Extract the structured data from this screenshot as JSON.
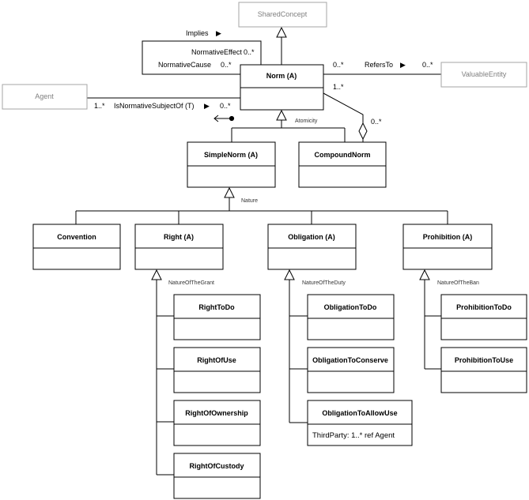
{
  "classes": {
    "shared_concept": "SharedConcept",
    "norm": "Norm (A)",
    "valuable_entity": "ValuableEntity",
    "agent": "Agent",
    "simple_norm": "SimpleNorm (A)",
    "compound_norm": "CompoundNorm",
    "convention": "Convention",
    "right": "Right (A)",
    "obligation": "Obligation (A)",
    "prohibition": "Prohibition (A)",
    "right_to_do": "RightToDo",
    "right_of_use": "RightOfUse",
    "right_of_ownership": "RightOfOwnership",
    "right_of_custody": "RightOfCustody",
    "obligation_to_do": "ObligationToDo",
    "obligation_to_conserve": "ObligationToConserve",
    "obligation_to_allow_use": "ObligationToAllowUse",
    "prohibition_to_do": "ProhibitionToDo",
    "prohibition_to_use": "ProhibitionToUse"
  },
  "attributes": {
    "obligation_to_allow_use": "ThirdParty: 1..* ref Agent"
  },
  "associations": {
    "implies": "Implies",
    "implies_arrow": "▶",
    "normative_effect": "NormativeEffect",
    "normative_effect_mult": "0..*",
    "normative_cause": "NormativeCause",
    "normative_cause_mult": "0..*",
    "refers_to": "RefersTo",
    "refers_to_arrow": "▶",
    "refers_to_src_mult": "0..*",
    "refers_to_dst_mult": "0..*",
    "subject_of": "IsNormativeSubjectOf (T)",
    "subject_of_arrow": "▶",
    "subject_src_mult": "1..*",
    "subject_dst_mult": "0..*",
    "compound_whole_mult": "1..*",
    "compound_part_mult": "0..*"
  },
  "discriminators": {
    "atomicity": "Atomicity",
    "nature": "Nature",
    "nature_of_grant": "NatureOfTheGrant",
    "nature_of_duty": "NatureOfTheDuty",
    "nature_of_ban": "NatureOfTheBan"
  }
}
